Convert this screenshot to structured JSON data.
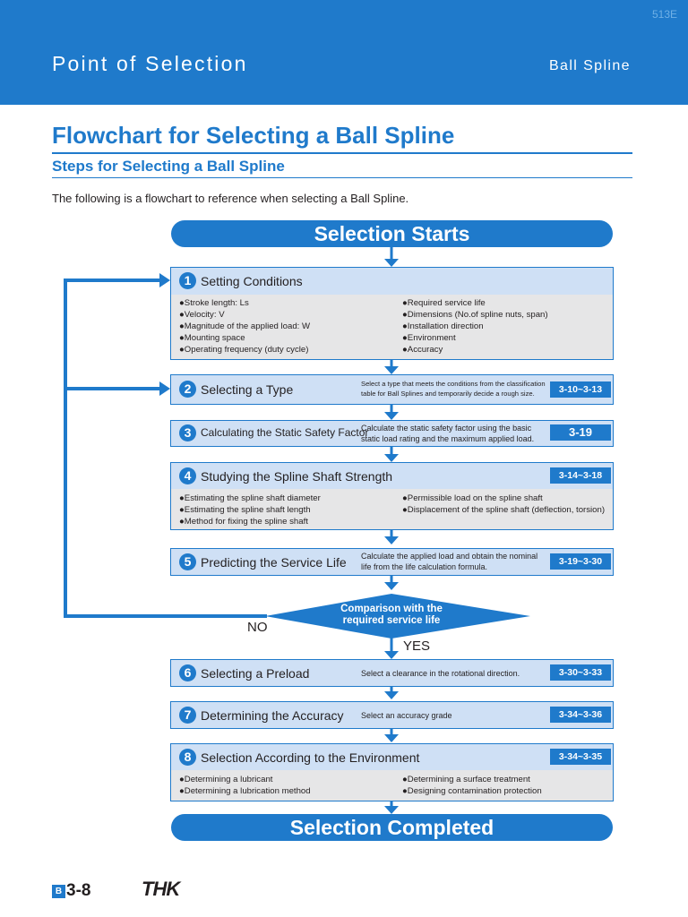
{
  "header": {
    "page_code": "513E",
    "section": "Point of Selection",
    "product": "Ball Spline"
  },
  "title": "Flowchart for Selecting a Ball Spline",
  "subtitle": "Steps for Selecting a Ball Spline",
  "intro": "The following is a flowchart to reference when selecting a Ball Spline.",
  "start_label": "Selection Starts",
  "end_label": "Selection Completed",
  "steps": [
    {
      "num": "1",
      "label": "Setting Conditions",
      "bullets_left": [
        "●Stroke length: Ls",
        "●Velocity: V",
        "●Magnitude of the applied load: W",
        "●Mounting space",
        "●Operating frequency (duty cycle)"
      ],
      "bullets_right": [
        "●Required service life",
        "●Dimensions (No.of spline nuts, span)",
        "●Installation direction",
        "●Environment",
        "●Accuracy"
      ]
    },
    {
      "num": "2",
      "label": "Selecting a Type",
      "note": "Select a type that meets the conditions from the classification table for Ball Splines and temporarily decide a rough size.",
      "ref": "3-10~3-13"
    },
    {
      "num": "3",
      "label": "Calculating the Static Safety Factor",
      "note": "Calculate the static safety factor using the basic static load rating and the maximum applied load.",
      "ref": "3-19"
    },
    {
      "num": "4",
      "label": "Studying the Spline Shaft Strength",
      "ref": "3-14~3-18",
      "bullets_left": [
        "●Estimating the spline shaft diameter",
        "●Estimating the spline shaft length",
        "●Method for fixing the spline shaft"
      ],
      "bullets_right": [
        "●Permissible load on the spline shaft",
        "●Displacement of the spline shaft (deflection, torsion)"
      ]
    },
    {
      "num": "5",
      "label": "Predicting the Service Life",
      "note": "Calculate the applied load and obtain the nominal life from the life calculation formula.",
      "ref": "3-19~3-30"
    },
    {
      "num": "6",
      "label": "Selecting a Preload",
      "note": "Select a clearance in the rotational direction.",
      "ref": "3-30~3-33"
    },
    {
      "num": "7",
      "label": "Determining the Accuracy",
      "note": "Select an accuracy grade",
      "ref": "3-34~3-36"
    },
    {
      "num": "8",
      "label": "Selection According to the Environment",
      "ref": "3-34~3-35",
      "bullets_left": [
        "●Determining a lubricant",
        "●Determining a lubrication method"
      ],
      "bullets_right": [
        "●Determining a surface treatment",
        "●Designing contamination protection"
      ]
    }
  ],
  "decision": {
    "label_line1": "Comparison with the",
    "label_line2": "required service life",
    "no": "NO",
    "yes": "YES"
  },
  "footer": {
    "page_prefix": "B",
    "page": "3-8",
    "brand": "THK"
  },
  "colors": {
    "brand_blue": "#1f7acb",
    "step_header_bg": "#cfe0f5",
    "step_body_bg": "#e6e6e7"
  }
}
